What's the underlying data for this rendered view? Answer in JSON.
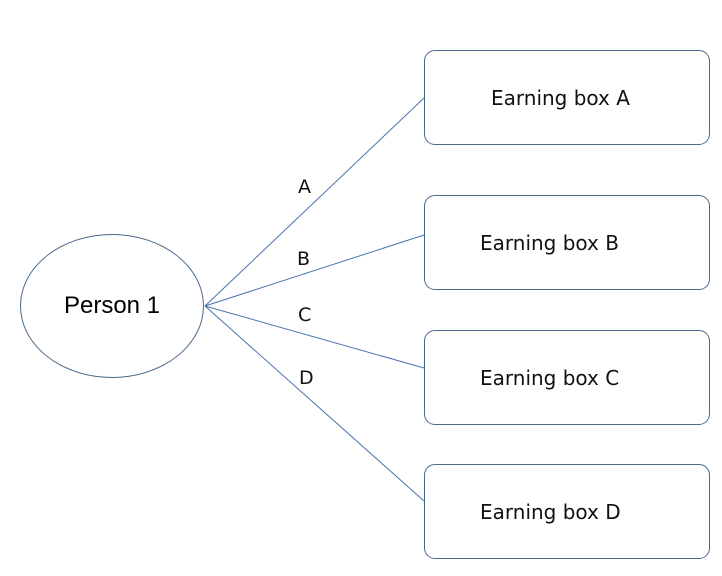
{
  "person": {
    "label": "Person 1"
  },
  "boxes": [
    {
      "label": "Earning box A"
    },
    {
      "label": "Earning box B"
    },
    {
      "label": "Earning box C"
    },
    {
      "label": "Earning box D"
    }
  ],
  "edges": [
    {
      "label": "A"
    },
    {
      "label": "B"
    },
    {
      "label": "C"
    },
    {
      "label": "D"
    }
  ],
  "colors": {
    "line": "#4a72b0",
    "border": "#4a6a8a"
  }
}
